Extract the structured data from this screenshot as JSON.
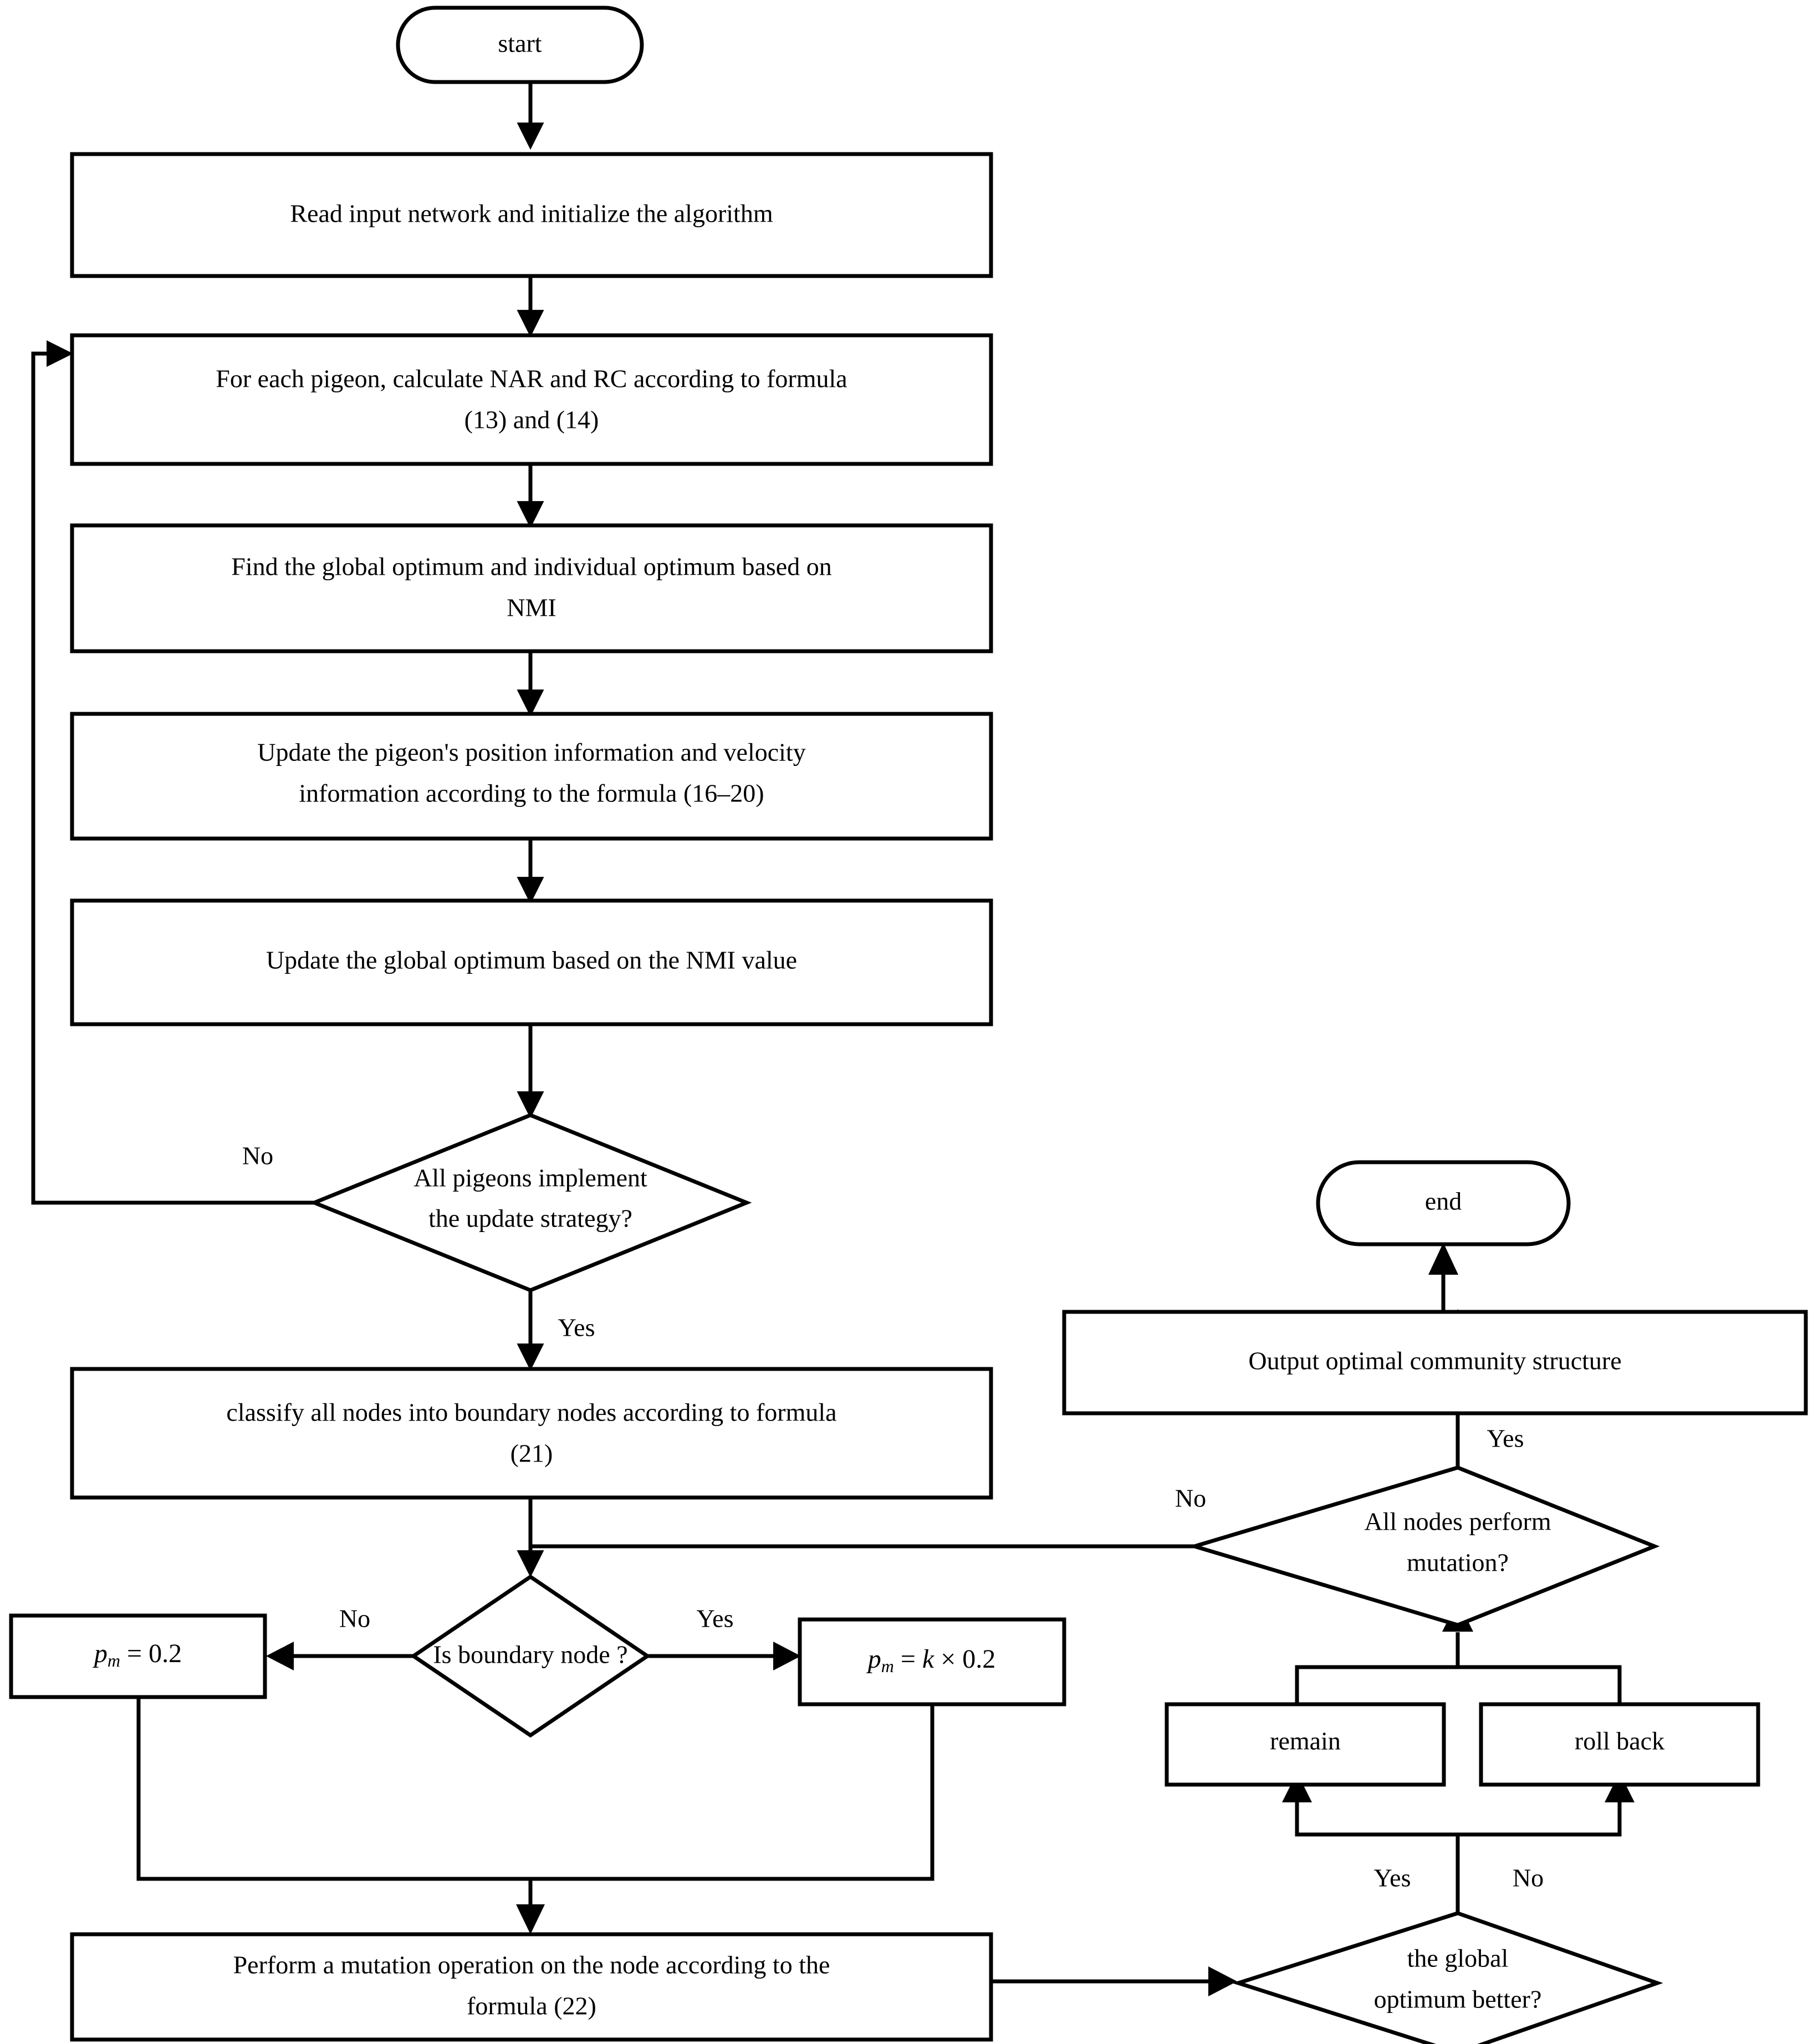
{
  "diagram": {
    "type": "flowchart",
    "title": "Pigeon-inspired optimization community detection flowchart",
    "orientation": "top-to-bottom",
    "background_color": "#ffffff",
    "stroke_color": "#000000",
    "nodes": {
      "start": {
        "label": "start",
        "shape": "terminator"
      },
      "read_input": {
        "label": "Read input network and initialize the algorithm",
        "shape": "process"
      },
      "calc_nar_rc_line1": {
        "label": "For each pigeon, calculate NAR and RC according to formula",
        "shape": "process"
      },
      "calc_nar_rc_line2": {
        "label": "(13) and (14)"
      },
      "find_optimum_line1": {
        "label": "Find the global optimum and individual optimum based on",
        "shape": "process"
      },
      "find_optimum_line2": {
        "label": "NMI"
      },
      "update_position_line1": {
        "label": "Update the pigeon's position information and velocity",
        "shape": "process"
      },
      "update_position_line2": {
        "label": "information according to the formula (16–20)"
      },
      "update_global": {
        "label": "Update the global optimum based on the NMI value",
        "shape": "process"
      },
      "all_pigeons_line1": {
        "label": "All pigeons implement",
        "shape": "decision"
      },
      "all_pigeons_line2": {
        "label": "the update strategy?"
      },
      "classify_line1": {
        "label": "classify all nodes into boundary nodes according to formula",
        "shape": "process"
      },
      "classify_line2": {
        "label": "(21)"
      },
      "is_boundary": {
        "label": "Is boundary node ?",
        "shape": "decision"
      },
      "pm_const": {
        "shape": "process",
        "formula_parts": {
          "p": "p",
          "sub": "m",
          "eq": " = 0.2"
        }
      },
      "pm_scaled": {
        "shape": "process",
        "formula_parts": {
          "p": "p",
          "sub": "m",
          "eq": " = ",
          "k": "k",
          "times": " × 0.2"
        }
      },
      "perform_mutation_line1": {
        "label": "Perform a mutation operation on the node according to the",
        "shape": "process"
      },
      "perform_mutation_line2": {
        "label": "formula (22)"
      },
      "global_better_line1": {
        "label": "the global",
        "shape": "decision"
      },
      "global_better_line2": {
        "label": "optimum better?"
      },
      "remain": {
        "label": "remain",
        "shape": "process"
      },
      "roll_back": {
        "label": "roll back",
        "shape": "process"
      },
      "all_nodes_mutate_line1": {
        "label": "All nodes perform",
        "shape": "decision"
      },
      "all_nodes_mutate_line2": {
        "label": "mutation?"
      },
      "output_structure": {
        "label": "Output optimal community structure",
        "shape": "process"
      },
      "end": {
        "label": "end",
        "shape": "terminator"
      }
    },
    "edge_labels": {
      "pigeons_no": "No",
      "pigeons_yes": "Yes",
      "boundary_no": "No",
      "boundary_yes": "Yes",
      "better_yes": "Yes",
      "better_no": "No",
      "mutate_no": "No",
      "mutate_yes": "Yes"
    }
  }
}
